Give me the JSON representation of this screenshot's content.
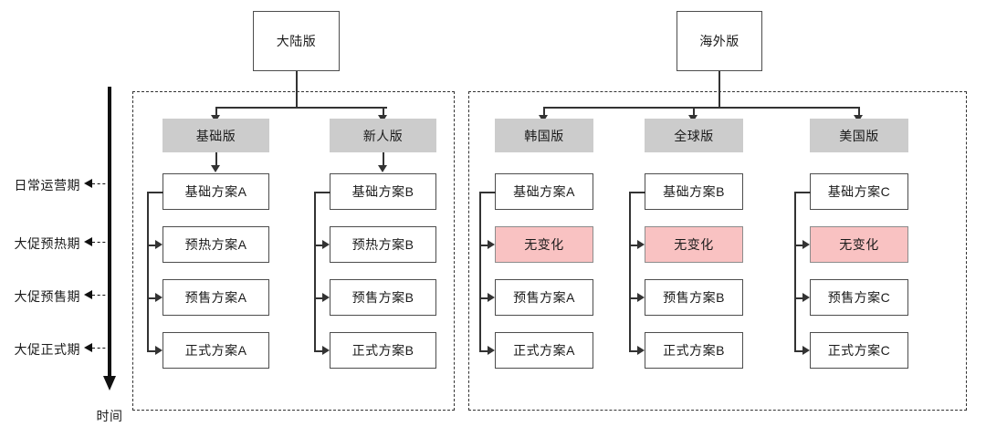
{
  "diagram": {
    "title_axis_caption": "时间",
    "colors": {
      "header_gray": "#CCCCCC",
      "highlight_pink": "#F9C2C2",
      "box_border": "#4D4D4D",
      "panel_border": "#333333",
      "timeline": "#111111"
    },
    "phases": [
      {
        "label": "日常运营期"
      },
      {
        "label": "大促预热期"
      },
      {
        "label": "大促预售期"
      },
      {
        "label": "大促正式期"
      }
    ],
    "groups": [
      {
        "root_label": "大陆版",
        "columns": [
          {
            "header": "基础版",
            "cells": [
              {
                "label": "基础方案A",
                "highlight": false
              },
              {
                "label": "预热方案A",
                "highlight": false
              },
              {
                "label": "预售方案A",
                "highlight": false
              },
              {
                "label": "正式方案A",
                "highlight": false
              }
            ]
          },
          {
            "header": "新人版",
            "cells": [
              {
                "label": "基础方案B",
                "highlight": false
              },
              {
                "label": "预热方案B",
                "highlight": false
              },
              {
                "label": "预售方案B",
                "highlight": false
              },
              {
                "label": "正式方案B",
                "highlight": false
              }
            ]
          }
        ]
      },
      {
        "root_label": "海外版",
        "columns": [
          {
            "header": "韩国版",
            "cells": [
              {
                "label": "基础方案A",
                "highlight": false
              },
              {
                "label": "无变化",
                "highlight": true
              },
              {
                "label": "预售方案A",
                "highlight": false
              },
              {
                "label": "正式方案A",
                "highlight": false
              }
            ]
          },
          {
            "header": "全球版",
            "cells": [
              {
                "label": "基础方案B",
                "highlight": false
              },
              {
                "label": "无变化",
                "highlight": true
              },
              {
                "label": "预售方案B",
                "highlight": false
              },
              {
                "label": "正式方案B",
                "highlight": false
              }
            ]
          },
          {
            "header": "美国版",
            "cells": [
              {
                "label": "基础方案C",
                "highlight": false
              },
              {
                "label": "无变化",
                "highlight": true
              },
              {
                "label": "预售方案C",
                "highlight": false
              },
              {
                "label": "正式方案C",
                "highlight": false
              }
            ]
          }
        ]
      }
    ]
  }
}
